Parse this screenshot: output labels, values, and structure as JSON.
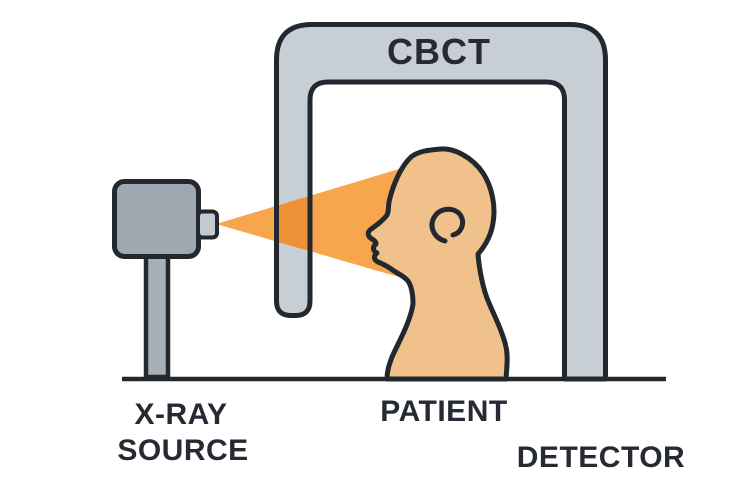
{
  "diagram": {
    "title": "CBCT",
    "labels": {
      "gantry": "CBCT",
      "source_line1": "X-RAY",
      "source_line2": "SOURCE",
      "patient": "PATIENT",
      "detector": "DETECTOR"
    },
    "colors": {
      "background": "#ffffff",
      "outline": "#23282e",
      "text": "#262b33",
      "gantry_fill": "#c7ced4",
      "source_box_fill": "#9ea8b0",
      "nozzle_fill": "#c2cad0",
      "stand_fill": "#a7b0b7",
      "beam": "#f8a64e",
      "beam_overlap": "#ee9238",
      "skin": "#f0c18a"
    }
  }
}
